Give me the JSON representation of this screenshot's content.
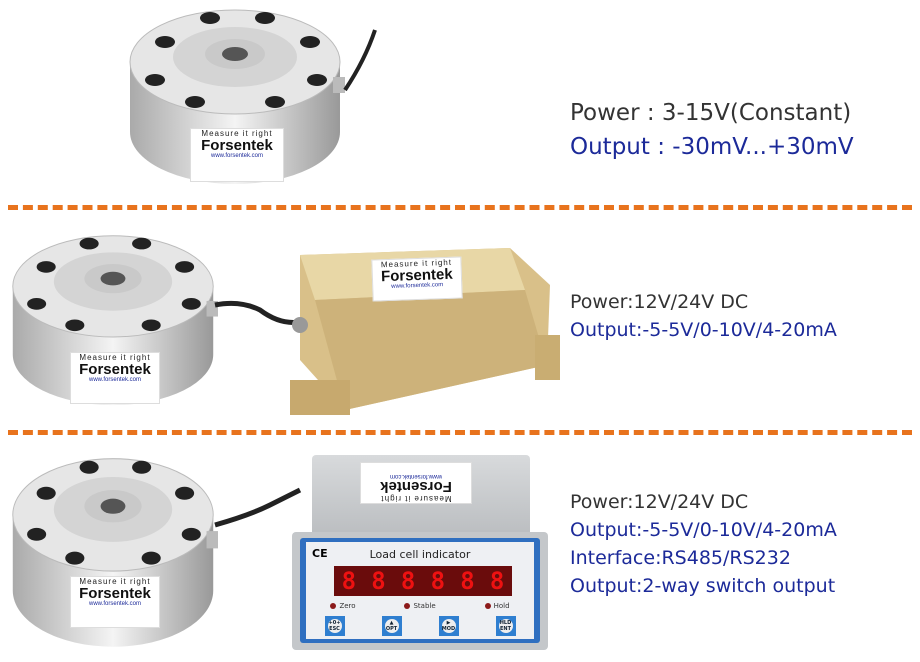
{
  "brand": {
    "tagline": "Measure it right",
    "name": "Forsentek",
    "url": "www.forsentek.com"
  },
  "section1": {
    "power": "Power : 3-15V(Constant)",
    "output": "Output : -30mV...+30mV"
  },
  "section2": {
    "power": "Power:12V/24V DC",
    "output": "Output:-5-5V/0-10V/4-20mA"
  },
  "section3": {
    "power": "Power:12V/24V DC",
    "output": "Output:-5-5V/0-10V/4-20mA",
    "interface": "Interface:RS485/RS232",
    "switch": "Output:2-way switch output"
  },
  "indicator": {
    "ce": "CE",
    "title": "Load cell indicator",
    "digits": [
      "8",
      "8",
      "8",
      "8",
      "8",
      "8"
    ],
    "leds": [
      "Zero",
      "Stable",
      "Hold"
    ],
    "keys": [
      {
        "top": "+0+",
        "bottom": "ESC"
      },
      {
        "top": "▲",
        "bottom": "OPT"
      },
      {
        "top": "▶",
        "bottom": "MOD"
      },
      {
        "top": "HLD",
        "bottom": "ENT"
      }
    ]
  },
  "colors": {
    "dash": "#e8731d",
    "spec_blue": "#1c2a99",
    "amp_gold": "#d9c089",
    "panel_blue": "#2f6fc0"
  }
}
